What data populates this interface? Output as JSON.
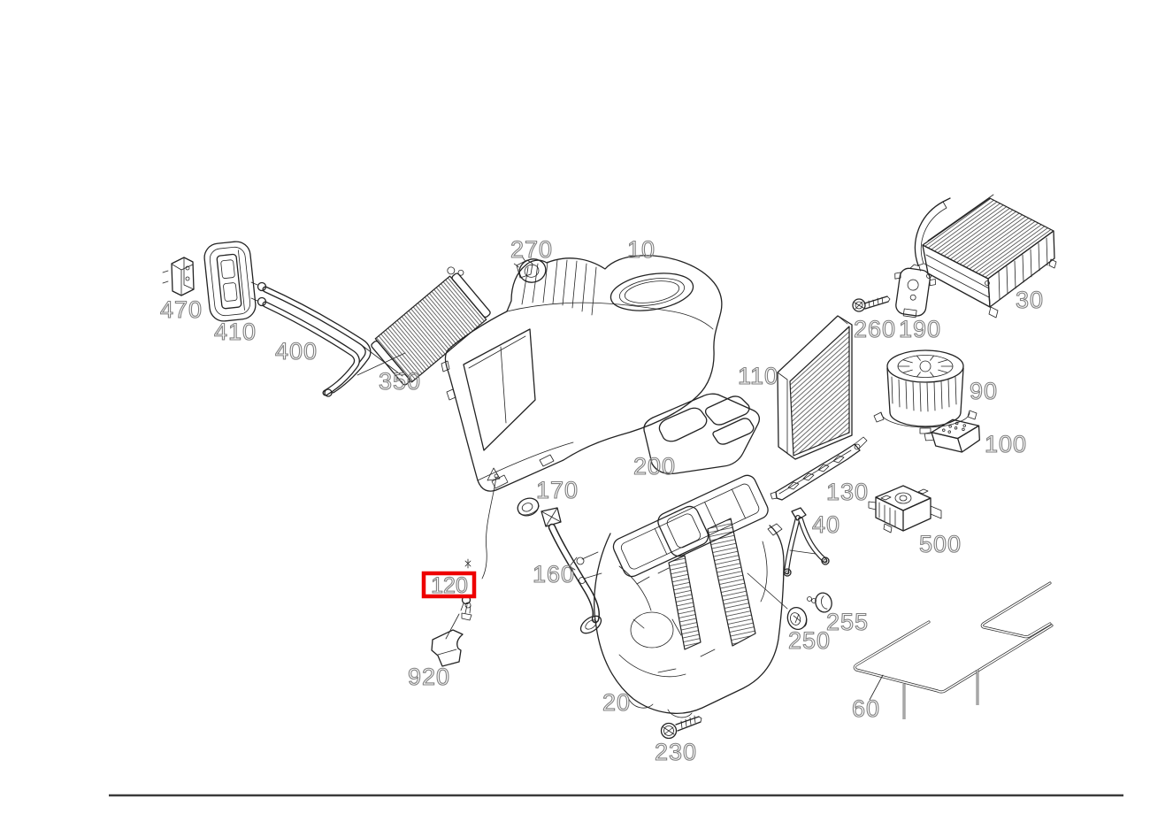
{
  "figure": {
    "type": "exploded-parts-diagram",
    "subject": "Vehicle HVAC (heater / air conditioning) unit",
    "background_color": "#ffffff",
    "line_color": "#232323",
    "label_color": "#7f7f7f",
    "divider_color": "#3a3a3a",
    "highlight": {
      "part": "120",
      "box_color": "#ee0000"
    }
  },
  "labels": [
    {
      "id": "470",
      "text": "470"
    },
    {
      "id": "410",
      "text": "410"
    },
    {
      "id": "400",
      "text": "400"
    },
    {
      "id": "350",
      "text": "350"
    },
    {
      "id": "270",
      "text": "270"
    },
    {
      "id": "10",
      "text": "10"
    },
    {
      "id": "30",
      "text": "30"
    },
    {
      "id": "260",
      "text": "260"
    },
    {
      "id": "190",
      "text": "190"
    },
    {
      "id": "110",
      "text": "110"
    },
    {
      "id": "90",
      "text": "90"
    },
    {
      "id": "100",
      "text": "100"
    },
    {
      "id": "200",
      "text": "200"
    },
    {
      "id": "130",
      "text": "130"
    },
    {
      "id": "40",
      "text": "40"
    },
    {
      "id": "500",
      "text": "500"
    },
    {
      "id": "170",
      "text": "170"
    },
    {
      "id": "160",
      "text": "160"
    },
    {
      "id": "120",
      "text": "120"
    },
    {
      "id": "920",
      "text": "920"
    },
    {
      "id": "20",
      "text": "20"
    },
    {
      "id": "230",
      "text": "230"
    },
    {
      "id": "250",
      "text": "250"
    },
    {
      "id": "255",
      "text": "255"
    },
    {
      "id": "60",
      "text": "60"
    }
  ]
}
